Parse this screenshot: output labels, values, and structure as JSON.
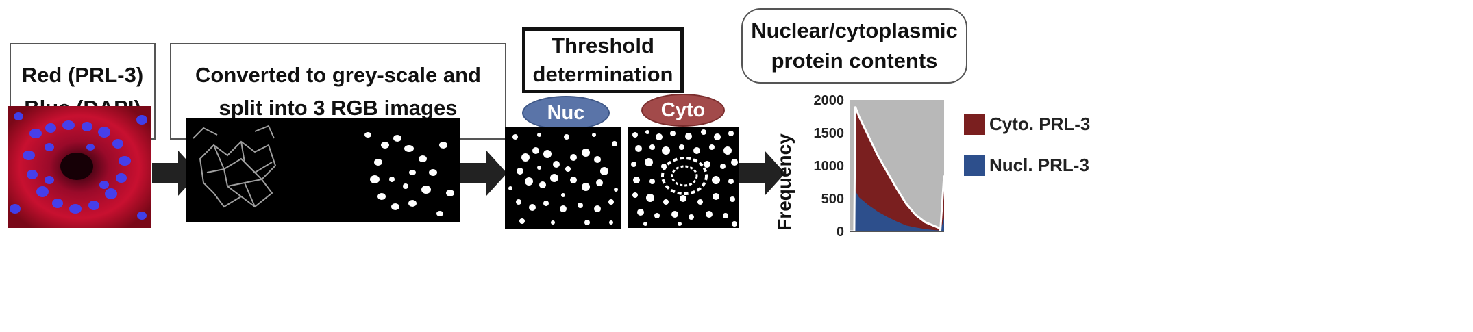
{
  "labels": {
    "box1": [
      "Red (PRL-3)",
      "Blue (DAPI)"
    ],
    "box2": [
      "Converted to grey-scale and",
      "split into 3 RGB images"
    ],
    "box3": [
      "Threshold",
      "determination"
    ],
    "box4": [
      "Nuclear/cytoplasmic",
      "protein contents"
    ],
    "nuc": "Nuc",
    "cyto": "Cyto"
  },
  "colors": {
    "nuc_fill": "#5a74a8",
    "cyto_fill": "#a24a4a",
    "cyto_series": "#7a1f1f",
    "nucl_series": "#2d4f8c",
    "plot_bg": "#b8b8b8"
  },
  "chart_data": {
    "type": "area",
    "ylabel": "Frequency",
    "ylim": [
      0,
      2000
    ],
    "yticks": [
      "2000",
      "1500",
      "1000",
      "500",
      "0"
    ],
    "series": [
      {
        "name": "Cyto. PRL-3",
        "x": [
          0,
          5,
          6,
          10,
          20,
          30,
          40,
          50,
          60,
          70,
          80,
          90,
          95,
          96,
          100
        ],
        "values": [
          0,
          0,
          1900,
          1750,
          1450,
          1150,
          900,
          650,
          420,
          250,
          140,
          80,
          50,
          0,
          850
        ]
      },
      {
        "name": "Nucl. PRL-3",
        "x": [
          0,
          5,
          6,
          10,
          20,
          30,
          40,
          50,
          60,
          70,
          80,
          90,
          95,
          96,
          100
        ],
        "values": [
          0,
          0,
          620,
          520,
          400,
          300,
          220,
          150,
          90,
          60,
          35,
          20,
          15,
          0,
          200
        ]
      }
    ]
  }
}
